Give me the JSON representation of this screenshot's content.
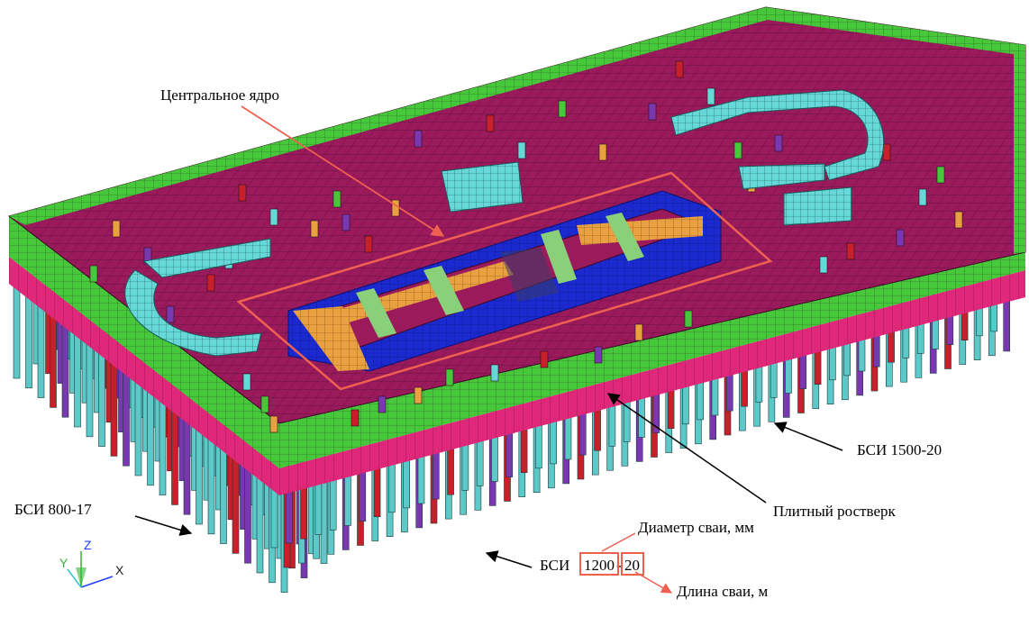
{
  "labels": {
    "core": "Центральное ядро",
    "pile_1500": "БСИ 1500-20",
    "raft": "Плитный ростверк",
    "pile_800": "БСИ 800-17",
    "diameter": "Диаметр сваи, мм",
    "pile_1200_prefix": "БСИ ",
    "pile_1200_diameter": "1200",
    "pile_1200_dash": "-",
    "pile_1200_length": "20",
    "length": "Длина сваи, м"
  },
  "axes": {
    "x": "X",
    "y": "Y",
    "z": "Z"
  },
  "colors": {
    "slab_top": "#9a1a5c",
    "slab_edge_green": "#46c83a",
    "slab_side_magenta": "#e0287a",
    "pile_cyan": "#5cc8c8",
    "pile_purple": "#7a38b0",
    "pile_red": "#c8202a",
    "core_blue": "#1a2ad0",
    "core_orange": "#e8a040",
    "wall_cyan": "#66d8d8",
    "highlight_red": "#f06050",
    "axis_blue": "#2040ff",
    "axis_green": "#30b830",
    "axis_cyan": "#30c0d0"
  }
}
